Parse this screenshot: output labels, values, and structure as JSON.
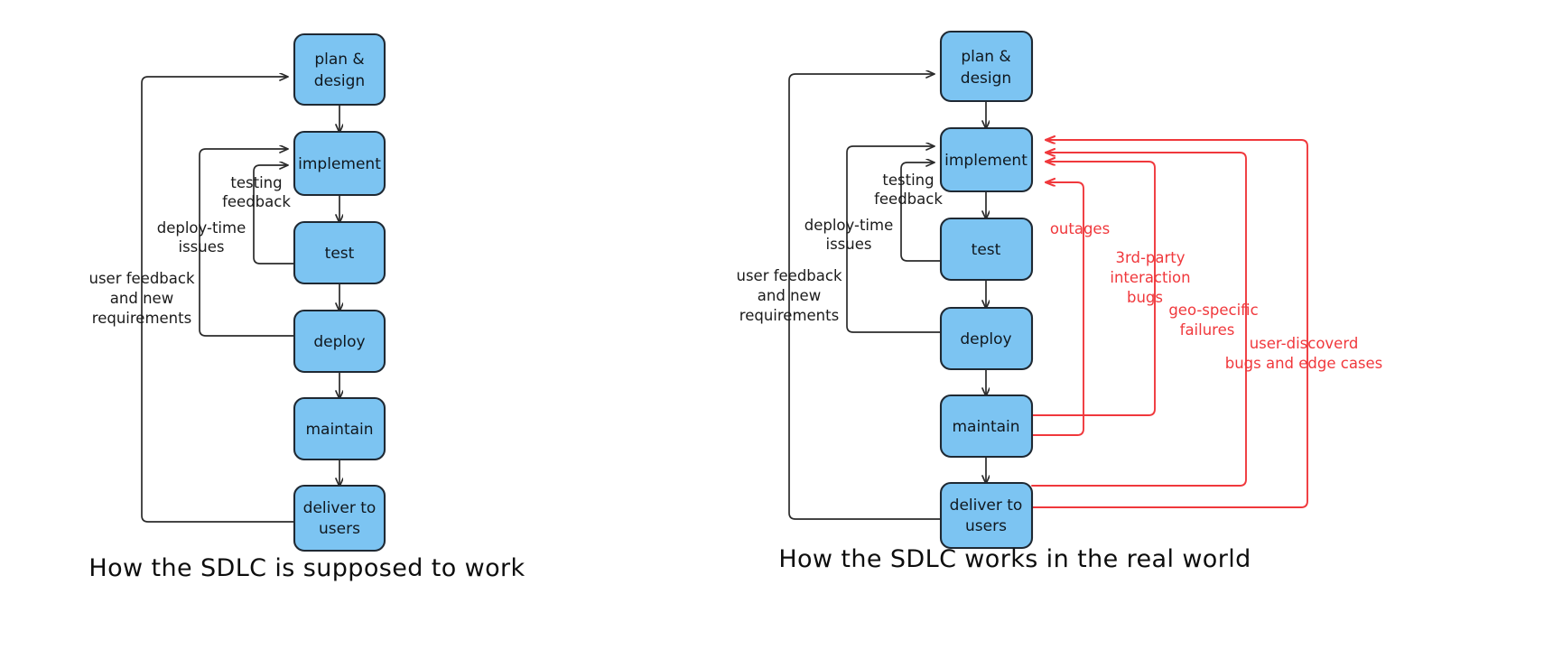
{
  "page": {
    "background": "#ffffff",
    "node_fill": "#7CC4F2",
    "node_stroke": "#1f2933",
    "edge_color": "#2b2b2b",
    "red_color": "#f0383c"
  },
  "diagrams": [
    {
      "id": "ideal",
      "caption": "How the SDLC is supposed to work",
      "nodes": [
        {
          "id": "plan",
          "label_line1": "plan &",
          "label_line2": "design"
        },
        {
          "id": "impl",
          "label_line1": "implement",
          "label_line2": ""
        },
        {
          "id": "test",
          "label_line1": "test",
          "label_line2": ""
        },
        {
          "id": "deploy",
          "label_line1": "deploy",
          "label_line2": ""
        },
        {
          "id": "maintain",
          "label_line1": "maintain",
          "label_line2": ""
        },
        {
          "id": "deliver",
          "label_line1": "deliver to",
          "label_line2": "users"
        }
      ],
      "edge_labels": [
        {
          "id": "testing-feedback",
          "line1": "testing",
          "line2": "feedback",
          "line3": ""
        },
        {
          "id": "deploy-time",
          "line1": "deploy-time",
          "line2": "issues",
          "line3": ""
        },
        {
          "id": "user-feedback",
          "line1": "user feedback",
          "line2": "and new",
          "line3": "requirements"
        }
      ]
    },
    {
      "id": "real",
      "caption": "How the SDLC works in the real world",
      "nodes": [
        {
          "id": "plan",
          "label_line1": "plan &",
          "label_line2": "design"
        },
        {
          "id": "impl",
          "label_line1": "implement",
          "label_line2": ""
        },
        {
          "id": "test",
          "label_line1": "test",
          "label_line2": ""
        },
        {
          "id": "deploy",
          "label_line1": "deploy",
          "label_line2": ""
        },
        {
          "id": "maintain",
          "label_line1": "maintain",
          "label_line2": ""
        },
        {
          "id": "deliver",
          "label_line1": "deliver to",
          "label_line2": "users"
        }
      ],
      "edge_labels": [
        {
          "id": "testing-feedback",
          "line1": "testing",
          "line2": "feedback",
          "line3": ""
        },
        {
          "id": "deploy-time",
          "line1": "deploy-time",
          "line2": "issues",
          "line3": ""
        },
        {
          "id": "user-feedback",
          "line1": "user feedback",
          "line2": "and new",
          "line3": "requirements"
        }
      ],
      "red_edge_labels": [
        {
          "id": "outages",
          "line1": "outages",
          "line2": "",
          "line3": ""
        },
        {
          "id": "third-party",
          "line1": "3rd-party",
          "line2": "interaction",
          "line3": "bugs"
        },
        {
          "id": "geo-specific",
          "line1": "geo-specific",
          "line2": "failures",
          "line3": ""
        },
        {
          "id": "user-discovered",
          "line1": "user-discoverd",
          "line2": "bugs and edge cases",
          "line3": ""
        }
      ]
    }
  ]
}
